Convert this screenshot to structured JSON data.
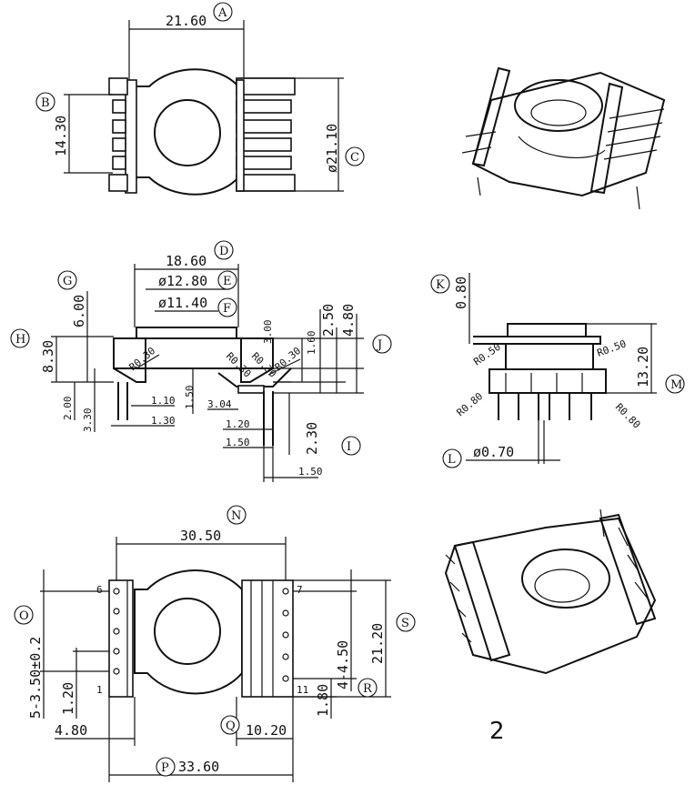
{
  "view_top": {
    "dims": {
      "width": "21.60",
      "height": "14.30",
      "dia": "ø21.10"
    },
    "markers": {
      "a": "A",
      "b": "B",
      "c": "C"
    }
  },
  "view_side": {
    "dims": {
      "d1": "18.60",
      "d2": "ø12.80",
      "d3": "ø11.40",
      "h1": "6.00",
      "h2": "8.30",
      "h3": "2.50",
      "h4": "4.80",
      "h5": "1.60",
      "h6": "3.00",
      "r1": "R0.30",
      "r2": "R0.30",
      "r3": "R0.30",
      "r4": "R0.30",
      "b1": "1.10",
      "b2": "1.30",
      "b3": "1.50",
      "b4": "3.04",
      "b5": "1.20",
      "b6": "1.50",
      "b7": "2.30",
      "b8": "1.50",
      "l1": "2.00",
      "l2": "3.30"
    },
    "markers": {
      "d": "D",
      "e": "E",
      "f": "F",
      "g": "G",
      "h": "H",
      "i": "I",
      "j": "J"
    }
  },
  "view_right": {
    "dims": {
      "k": "0.80",
      "h": "13.20",
      "r1": "R0.50",
      "r2": "R0.50",
      "r3": "R0.80",
      "r4": "R0.80",
      "pin": "ø0.70"
    },
    "markers": {
      "k": "K",
      "l": "L",
      "m": "M"
    }
  },
  "view_bottom": {
    "dims": {
      "width": "30.50",
      "total": "33.60",
      "left": "4.80",
      "right": "10.20",
      "pitch": "5-3.50±0.2",
      "small": "1.20",
      "height": "21.20",
      "pitch2": "4-4.50",
      "bot": "1.80",
      "pin6": "6",
      "pin7": "7",
      "pin1": "1",
      "pin11": "11"
    },
    "markers": {
      "n": "N",
      "o": "O",
      "p": "P",
      "q": "Q",
      "r": "R",
      "s": "S"
    }
  },
  "page_number": "2"
}
